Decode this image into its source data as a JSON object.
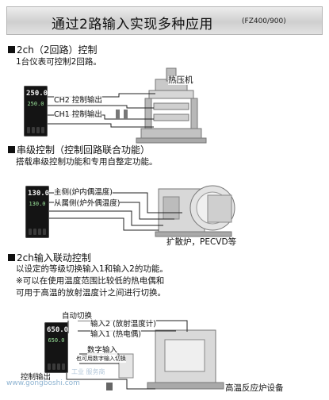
{
  "header": {
    "title": "通过2路输入实现多种应用",
    "model": "(FZ400/900)"
  },
  "section1": {
    "heading": "2ch（2回路）控制",
    "desc": "1台仪表可控制2回路。",
    "label_ch2": "CH2 控制输出",
    "label_ch1": "CH1 控制输出",
    "equipment": "热压机",
    "display": "250.0",
    "display2": "250.0"
  },
  "section2": {
    "heading": "串级控制（控制回路联合功能）",
    "desc": "搭载串级控制功能和专用自整定功能。",
    "label_main": "主侧(炉内偶温度)",
    "label_sub": "从属侧(炉外偶温度)",
    "equipment": "扩散炉，PECVD等",
    "display": "130.0",
    "display2": "130.0"
  },
  "section3": {
    "heading": "2ch输入联动控制",
    "desc_lines": [
      "以设定的等级切换输入1和输入2的功能。",
      "※可以在使用温度范围比较低的热电偶和",
      "可用于高温的放射温度计之间进行切换。"
    ],
    "label_auto": "自动切换",
    "label_in2": "输入2 (放射温度计)",
    "label_in1": "输入1 (热电偶)",
    "label_digital": "数字输入",
    "label_digital_sub": "也可用数字输入切换",
    "label_ctrl_out": "控制输出",
    "equipment": "高温反应炉设备",
    "display": "650.0",
    "display2": "650.0"
  },
  "watermark": {
    "site": "www.gongboshi.com",
    "tagline": "工业 服务商"
  }
}
